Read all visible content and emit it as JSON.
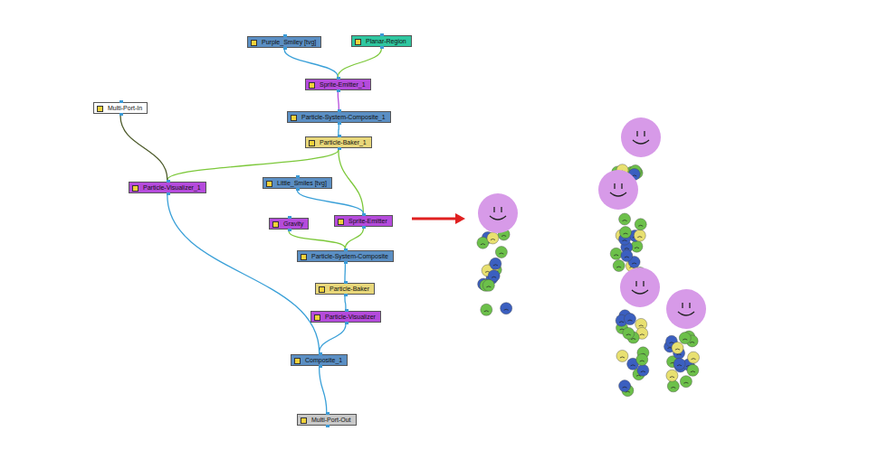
{
  "diagram": {
    "nodes": [
      {
        "text": [
          "Purple_Smiley [tvg]"
        ]
      },
      {
        "text": [
          "Planar-Region"
        ]
      },
      {
        "text": [
          "Sprite-Emitter_1"
        ]
      },
      {
        "text": [
          "Multi-Port-In"
        ]
      },
      {
        "text": [
          "Particle-System-Composite_1"
        ]
      },
      {
        "text": [
          "Particle-Baker_1"
        ]
      },
      {
        "text": [
          "Little_Smiles [tvg]"
        ]
      },
      {
        "text": [
          "Particle-Visualizer_1"
        ]
      },
      {
        "text": [
          "Gravity"
        ]
      },
      {
        "text": [
          "Sprite-Emitter"
        ]
      },
      {
        "text": [
          "Particle-System-Composite"
        ]
      },
      {
        "text": [
          "Particle-Baker"
        ]
      },
      {
        "text": [
          "Particle-Visualizer"
        ]
      },
      {
        "text": [
          "Composite_1"
        ]
      },
      {
        "text": [
          "Multi-Port-Out"
        ]
      }
    ],
    "edges": [
      {
        "from": 0,
        "to": 2,
        "arrow": "none"
      },
      {
        "from": 1,
        "to": 2,
        "arrow": "none"
      },
      {
        "from": 2,
        "to": 4,
        "arrow": "none"
      },
      {
        "from": 4,
        "to": 5,
        "arrow": "none"
      },
      {
        "from": 5,
        "to": 7,
        "arrow": "none"
      },
      {
        "from": 5,
        "to": 9,
        "arrow": "none"
      },
      {
        "from": 3,
        "to": 7,
        "arrow": "none"
      },
      {
        "from": 6,
        "to": 9,
        "arrow": "none"
      },
      {
        "from": 9,
        "to": 10,
        "arrow": "none"
      },
      {
        "from": 8,
        "to": 10,
        "arrow": "none"
      },
      {
        "from": 10,
        "to": 11,
        "arrow": "none"
      },
      {
        "from": 11,
        "to": 12,
        "arrow": "none"
      },
      {
        "from": 12,
        "to": 13,
        "arrow": "none"
      },
      {
        "from": 7,
        "to": 13,
        "arrow": "none"
      },
      {
        "from": 13,
        "to": 14,
        "arrow": "none"
      }
    ]
  }
}
